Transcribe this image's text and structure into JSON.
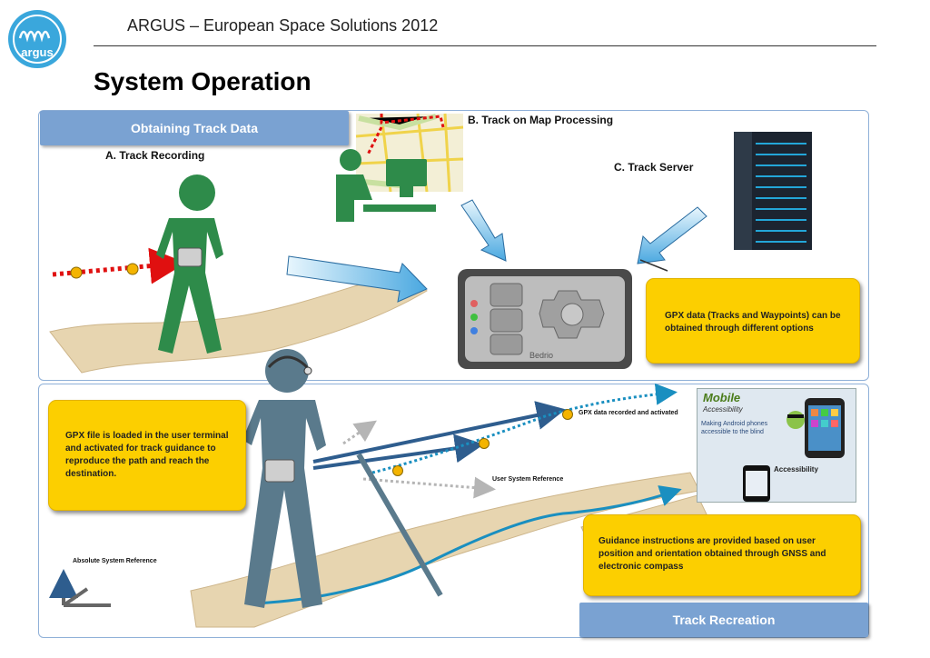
{
  "header": {
    "title": "ARGUS – European Space Solutions 2012",
    "logo_text": "argus"
  },
  "page_title": "System Operation",
  "top_panel": {
    "tab_label": "Obtaining Track  Data",
    "label_a": "A.  Track Recording",
    "label_b": "B. Track on Map Processing",
    "label_c": "C. Track Server",
    "callout": "GPX data (Tracks and Waypoints) can be obtained through different options",
    "device_brand": "Bedrio"
  },
  "bottom_panel": {
    "tab_label": "Track  Recreation",
    "callout_left": "GPX file is loaded in the user terminal and activated for track guidance to reproduce the path and reach the destination.",
    "callout_right": "Guidance instructions are provided based on user position and orientation obtained through GNSS and electronic compass",
    "gpx_recorded_label": "GPX data recorded and activated",
    "user_ref_label": "User System Reference",
    "abs_ref_label": "Absolute System Reference",
    "ad": {
      "brand": "Mobile",
      "sub": "Accessibility",
      "text": "Making Android phones accessible to the blind",
      "ios": "Accessibility"
    }
  },
  "colors": {
    "tab": "#7aa2d2",
    "callout": "#fccf00",
    "walker_green": "#2e8b4a",
    "walker_blue": "#5a7a8c",
    "path_sand": "#e7d5b0",
    "arrow_blue": "#8fd0f0"
  }
}
